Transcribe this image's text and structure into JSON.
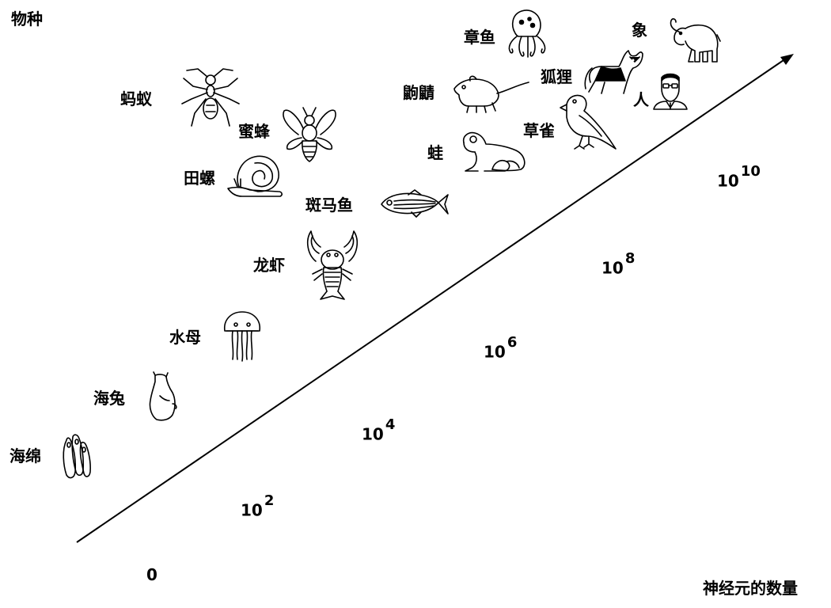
{
  "axis": {
    "y_label": "物种",
    "x_label": "神经元的数量",
    "origin": "0",
    "ticks": [
      {
        "base": "10",
        "exp": "2"
      },
      {
        "base": "10",
        "exp": "4"
      },
      {
        "base": "10",
        "exp": "6"
      },
      {
        "base": "10",
        "exp": "8"
      },
      {
        "base": "10",
        "exp": "10"
      }
    ]
  },
  "species": {
    "sponge": "海绵",
    "sea_hare": "海兔",
    "jellyfish": "水母",
    "crayfish": "龙虾",
    "zebrafish": "斑马鱼",
    "snail": "田螺",
    "bee": "蜜蜂",
    "ant": "蚂蚁",
    "frog": "蛙",
    "shrew": "鼩鼱",
    "octopus": "章鱼",
    "finch": "草雀",
    "fox": "狐狸",
    "human": "人",
    "elephant": "象"
  },
  "icons": [
    "sponge-icon",
    "sea-hare-icon",
    "jellyfish-icon",
    "crayfish-icon",
    "zebrafish-icon",
    "snail-icon",
    "bee-icon",
    "ant-icon",
    "frog-icon",
    "shrew-icon",
    "octopus-icon",
    "finch-icon",
    "fox-icon",
    "human-icon",
    "elephant-icon"
  ]
}
